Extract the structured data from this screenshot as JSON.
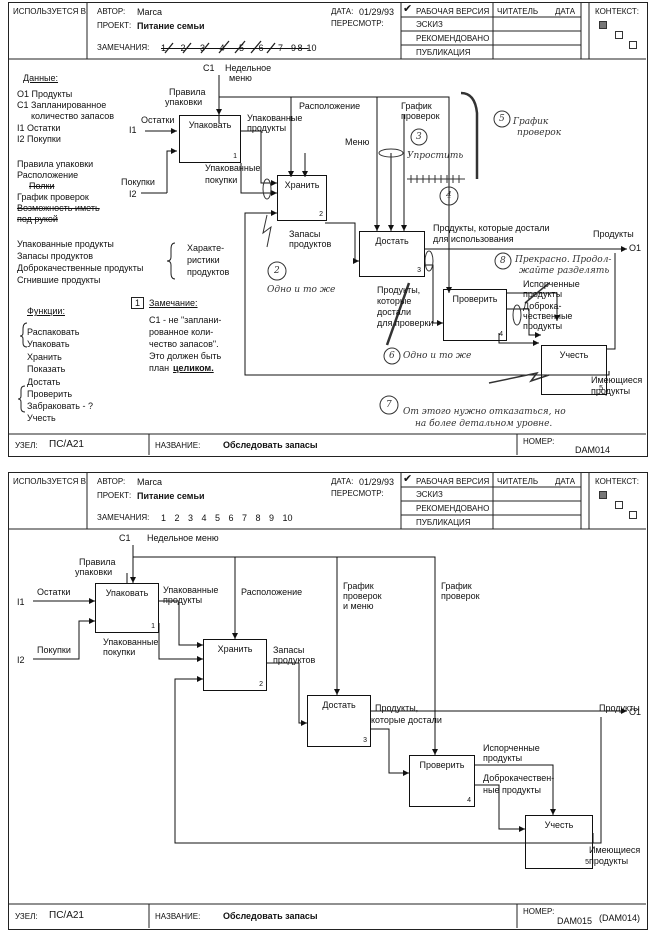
{
  "sheet1": {
    "header": {
      "used_at": "ИСПОЛЬЗУЕТСЯ В:",
      "author_label": "АВТОР:",
      "author": "Marca",
      "project_label": "ПРОЕКТ:",
      "project": "Питание семьи",
      "notes_label": "ЗАМЕЧАНИЯ:",
      "notes_struck": "1 2 3 4 5 6 7 8",
      "notes_rest": "9 10",
      "date_label": "ДАТА:",
      "date": "01/29/93",
      "revision_label": "ПЕРЕСМОТР:",
      "status_working": "РАБОЧАЯ ВЕРСИЯ",
      "status_draft": "ЭСКИЗ",
      "status_recommended": "РЕКОМЕНДОВАНО",
      "status_publication": "ПУБЛИКАЦИЯ",
      "reader": "ЧИТАТЕЛЬ",
      "reader_date": "ДАТА",
      "context": "КОНТЕКСТ:",
      "check": "✔"
    },
    "legend": {
      "data_title": "Данные:",
      "o1": "O1 Продукты",
      "c1a": "C1 Запланированное",
      "c1b": "количество запасов",
      "i1": "I1  Остатки",
      "i2": "I2  Покупки",
      "r1": "Правила упаковки",
      "r2": "Расположение",
      "r3": "Полки",
      "r4": "График проверок",
      "r5": "Возможность иметь",
      "r6": "под рукой",
      "p1": "Упакованные продукты",
      "p2": "Запасы продуктов",
      "p3": "Доброкачественные продукты",
      "p4": "Сгнившие продукты",
      "char1": "Характе-",
      "char2": "ристики",
      "char3": "продуктов",
      "func_title": "Функции:",
      "f1": "Распаковать",
      "f2": "Упаковать",
      "f3": "Хранить",
      "f4": "Показать",
      "f5": "Достать",
      "f6": "Проверить",
      "f7": "Забраковать - ?",
      "f8": "Учесть",
      "note_num": "1",
      "note_title": "Замечание:",
      "n1": "C1 - не \"заплани-",
      "n2": "рованное коли-",
      "n3": "чество запасов\".",
      "n4": "Это должен быть",
      "n5": "план",
      "n6": "целиком."
    },
    "diagram": {
      "c1": "C1",
      "weekly1": "Недельное",
      "weekly2": "меню",
      "pack_rules1": "Правила",
      "pack_rules2": "упаковки",
      "leftovers": "Остатки",
      "i1": "I1",
      "purchases": "Покупки",
      "i2": "I2",
      "box1": "Упаковать",
      "box1_num": "1",
      "packed1": "Упакованные",
      "packed2": "продукты",
      "packed_buy1": "Упакованные",
      "packed_buy2": "покупки",
      "location": "Расположение",
      "box2": "Хранить",
      "box2_num": "2",
      "stock1": "Запасы",
      "stock2": "продуктов",
      "menu": "Меню",
      "sched1": "График",
      "sched2": "проверок",
      "box3": "Достать",
      "box3_num": "3",
      "taken1": "Продукты, которые достали",
      "taken2": "для использования",
      "products_out": "Продукты",
      "o1": "O1",
      "taken3": "Продукты,",
      "taken4": "которые",
      "taken5": "достали",
      "taken6": "для проверки",
      "box4": "Проверить",
      "box4_num": "4",
      "spoiled1": "Испорченные",
      "spoiled2": "продукты",
      "good1": "Доброка-",
      "good2": "чественные",
      "good3": "продукты",
      "box5": "Учесть",
      "box5_num": "5",
      "avail1": "Имеющиеся",
      "avail2": "продукты"
    },
    "handnotes": {
      "n2": "2",
      "h2": "Одно и то же",
      "n3": "3",
      "h3": "Упростить",
      "n4": "4",
      "n5": "5",
      "h5a": "График",
      "h5b": "проверок",
      "n6": "6",
      "h6": "Одно и то же",
      "n7": "7",
      "h7a": "От этого нужно отказаться, но",
      "h7b": "на более детальном уровне.",
      "n8": "8",
      "h8a": "Прекрасно. Продол-",
      "h8b": "жайте разделять"
    },
    "footer": {
      "node_label": "УЗЕЛ:",
      "node": "ПС/А21",
      "title_label": "НАЗВАНИЕ:",
      "title": "Обследовать запасы",
      "number_label": "НОМЕР:",
      "number": "DAM014"
    }
  },
  "sheet2": {
    "header": {
      "used_at": "ИСПОЛЬЗУЕТСЯ В:",
      "author_label": "АВТОР:",
      "author": "Marca",
      "project_label": "ПРОЕКТ:",
      "project": "Питание семьи",
      "notes_label": "ЗАМЕЧАНИЯ:",
      "notes": "1  2  3  4  5  6  7  8  9  10",
      "date_label": "ДАТА:",
      "date": "01/29/93",
      "revision_label": "ПЕРЕСМОТР:",
      "status_working": "РАБОЧАЯ ВЕРСИЯ",
      "status_draft": "ЭСКИЗ",
      "status_recommended": "РЕКОМЕНДОВАНО",
      "status_publication": "ПУБЛИКАЦИЯ",
      "reader": "ЧИТАТЕЛЬ",
      "reader_date": "ДАТА",
      "context": "КОНТЕКСТ:",
      "check": "✔"
    },
    "diagram": {
      "c1": "C1",
      "weekly": "Недельное меню",
      "pack_rules1": "Правила",
      "pack_rules2": "упаковки",
      "leftovers": "Остатки",
      "i1": "I1",
      "purchases": "Покупки",
      "i2": "I2",
      "box1": "Упаковать",
      "box1_num": "1",
      "packed1": "Упакованные",
      "packed2": "продукты",
      "packed_buy1": "Упакованные",
      "packed_buy2": "покупки",
      "location": "Расположение",
      "box2": "Хранить",
      "box2_num": "2",
      "stock1": "Запасы",
      "stock2": "продуктов",
      "sched_menu1": "График",
      "sched_menu2": "проверок",
      "sched_menu3": "и меню",
      "sched1": "График",
      "sched2": "проверок",
      "box3": "Достать",
      "box3_num": "3",
      "taken1": "Продукты,",
      "taken2": "которые достали",
      "products_out": "Продукты",
      "o1": "O1",
      "box4": "Проверить",
      "box4_num": "4",
      "spoiled1": "Испорченные",
      "spoiled2": "продукты",
      "good1": "Доброкачествен-",
      "good2": "ные продукты",
      "box5": "Учесть",
      "box5_num": "5",
      "avail1": "Имеющиеся",
      "avail2": "продукты"
    },
    "footer": {
      "node_label": "УЗЕЛ:",
      "node": "ПС/А21",
      "title_label": "НАЗВАНИЕ:",
      "title": "Обследовать запасы",
      "number_label": "НОМЕР:",
      "number": "DAM015",
      "number_ref": "(DAM014)"
    }
  }
}
